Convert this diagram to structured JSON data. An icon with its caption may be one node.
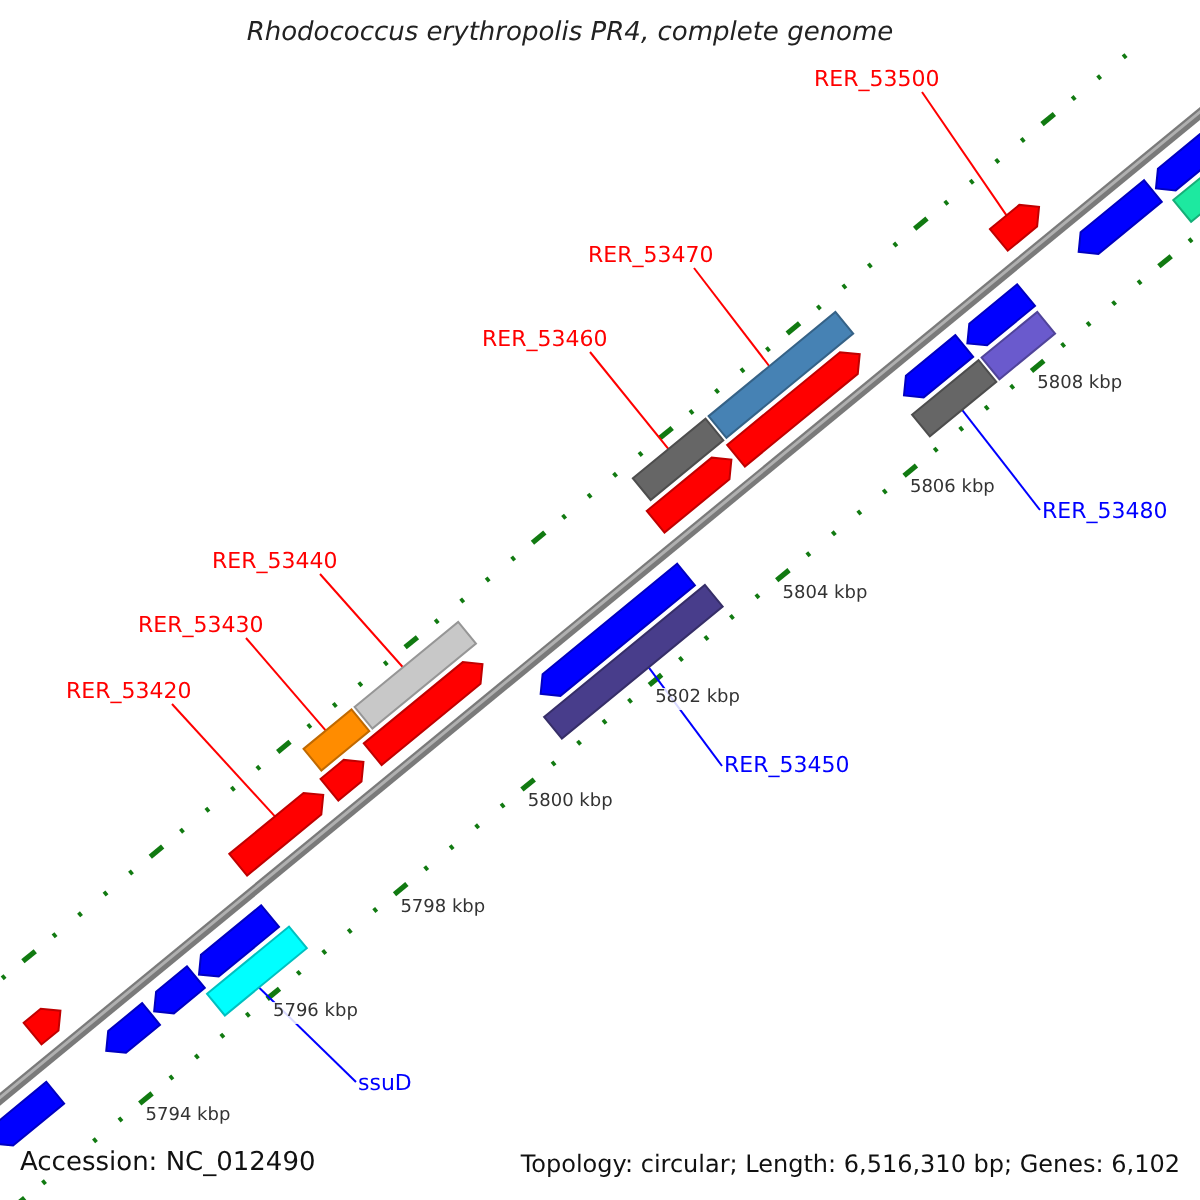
{
  "diagram": {
    "title": "Rhodococcus erythropolis PR4, complete genome",
    "nodes": [
      {
        "text": [
          "RER_53500"
        ]
      },
      {
        "text": [],
        "shape": "pentagon"
      },
      {
        "text": [
          "RER_53470"
        ]
      },
      {
        "text": [],
        "shape": "bar"
      },
      {
        "text": [
          "RER_53460"
        ]
      },
      {
        "text": [],
        "shape": "bar"
      },
      {
        "text": [
          "RER_53480"
        ]
      },
      {
        "text": [],
        "shape": "bar"
      },
      {
        "text": [
          "RER_53440"
        ]
      },
      {
        "text": [],
        "shape": "bar"
      },
      {
        "text": [
          "RER_53430"
        ]
      },
      {
        "text": [],
        "shape": "bar"
      },
      {
        "text": [
          "RER_53420"
        ]
      },
      {
        "text": [],
        "shape": "pentagon"
      },
      {
        "text": [
          "RER_53450"
        ]
      },
      {
        "text": [],
        "shape": "bar"
      },
      {
        "text": [
          "ssuD"
        ]
      },
      {
        "text": [],
        "shape": "bar"
      },
      {
        "text": [],
        "shape": "pentagon"
      },
      {
        "text": [],
        "shape": "pentagon"
      },
      {
        "text": [],
        "shape": "pentagon"
      },
      {
        "text": [],
        "shape": "pentagon"
      },
      {
        "text": [],
        "shape": "pentagon"
      },
      {
        "text": [],
        "shape": "pentagon"
      },
      {
        "text": [],
        "shape": "pentagon"
      },
      {
        "text": [],
        "shape": "pentagon"
      },
      {
        "text": [],
        "shape": "pentagon"
      },
      {
        "text": [],
        "shape": "pentagon"
      },
      {
        "text": [],
        "shape": "pentagon"
      },
      {
        "text": [],
        "shape": "pentagon"
      },
      {
        "text": [],
        "shape": "bar"
      },
      {
        "text": [],
        "shape": "pentagon"
      },
      {
        "text": [],
        "shape": "pentagon"
      },
      {
        "text": [],
        "shape": "bar"
      }
    ],
    "edges": [
      {
        "from": 0,
        "to": 1,
        "arrow": "none"
      },
      {
        "from": 2,
        "to": 3,
        "arrow": "none"
      },
      {
        "from": 4,
        "to": 5,
        "arrow": "none"
      },
      {
        "from": 6,
        "to": 7,
        "arrow": "none",
        "color": "#0000ff"
      },
      {
        "from": 8,
        "to": 9,
        "arrow": "none"
      },
      {
        "from": 10,
        "to": 11,
        "arrow": "none"
      },
      {
        "from": 12,
        "to": 13,
        "arrow": "none"
      },
      {
        "from": 14,
        "to": 15,
        "arrow": "none",
        "color": "#0000ff"
      },
      {
        "from": 16,
        "to": 17,
        "arrow": "none",
        "color": "#0000ff"
      }
    ],
    "labels": [
      "5794 kbp",
      "5796 kbp",
      "5798 kbp",
      "5800 kbp",
      "5802 kbp",
      "5804 kbp",
      "5806 kbp",
      "5808 kbp",
      "Accession: NC_012490",
      "Topology: circular; Length: 6,516,310 bp; Genes: 6,102"
    ]
  }
}
